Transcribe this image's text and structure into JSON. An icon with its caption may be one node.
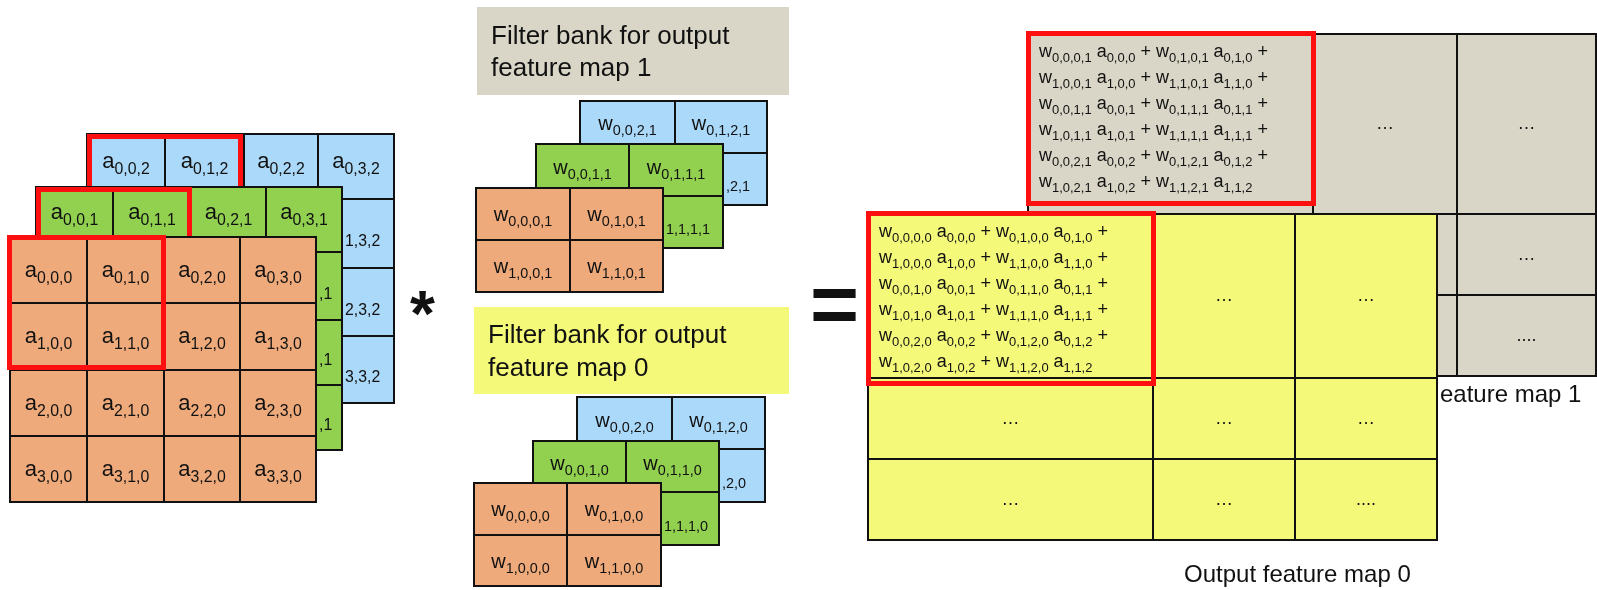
{
  "diagram": {
    "nodes": [
      {
        "text": [
          "a$_{0,0,2}$"
        ]
      },
      {
        "text": [
          "a$_{0,1,2}$"
        ]
      },
      {
        "text": [
          "a$_{0,2,2}$"
        ]
      },
      {
        "text": [
          "a$_{0,3,2}$"
        ]
      },
      {
        "text": [
          "$_{1,3,2}$"
        ]
      },
      {
        "text": [
          "$_{2,3,2}$"
        ]
      },
      {
        "text": [
          "$_{3,3,2}$"
        ]
      },
      {
        "text": [
          "a$_{0,0,1}$"
        ]
      },
      {
        "text": [
          "a$_{0,1,1}$"
        ]
      },
      {
        "text": [
          "a$_{0,2,1}$"
        ]
      },
      {
        "text": [
          "a$_{0,3,1}$"
        ]
      },
      {
        "text": [
          "$_{,1}$"
        ]
      },
      {
        "text": [
          "$_{,1}$"
        ]
      },
      {
        "text": [
          "$_{,1}$"
        ]
      },
      {
        "text": [
          "a$_{0,0,0}$"
        ]
      },
      {
        "text": [
          "a$_{0,1,0}$"
        ]
      },
      {
        "text": [
          "a$_{0,2,0}$"
        ]
      },
      {
        "text": [
          "a$_{0,3,0}$"
        ]
      },
      {
        "text": [
          "a$_{1,0,0}$"
        ]
      },
      {
        "text": [
          "a$_{1,1,0}$"
        ]
      },
      {
        "text": [
          "a$_{1,2,0}$"
        ]
      },
      {
        "text": [
          "a$_{1,3,0}$"
        ]
      },
      {
        "text": [
          "a$_{2,0,0}$"
        ]
      },
      {
        "text": [
          "a$_{2,1,0}$"
        ]
      },
      {
        "text": [
          "a$_{2,2,0}$"
        ]
      },
      {
        "text": [
          "a$_{2,3,0}$"
        ]
      },
      {
        "text": [
          "a$_{3,0,0}$"
        ]
      },
      {
        "text": [
          "a$_{3,1,0}$"
        ]
      },
      {
        "text": [
          "a$_{3,2,0}$"
        ]
      },
      {
        "text": [
          "a$_{3,3,0}$"
        ]
      },
      {
        "text": [
          "Filter bank for output feature map 1"
        ]
      },
      {
        "text": [
          "w$_{0,0,2,1}$"
        ]
      },
      {
        "text": [
          "w$_{0,1,2,1}$"
        ]
      },
      {
        "text": [
          "$_{,2,1}$"
        ]
      },
      {
        "text": [
          "w$_{0,0,1,1}$"
        ]
      },
      {
        "text": [
          "w$_{0,1,1,1}$"
        ]
      },
      {
        "text": [
          "$_{1,1,1,1}$"
        ]
      },
      {
        "text": [
          "w$_{0,0,0,1}$"
        ]
      },
      {
        "text": [
          "w$_{0,1,0,1}$"
        ]
      },
      {
        "text": [
          "w$_{1,0,0,1}$"
        ]
      },
      {
        "text": [
          "w$_{1,1,0,1}$"
        ]
      },
      {
        "text": [
          "Filter bank for output feature map 0"
        ]
      },
      {
        "text": [
          "w$_{0,0,2,0}$"
        ]
      },
      {
        "text": [
          "w$_{0,1,2,0}$"
        ]
      },
      {
        "text": [
          "$_{,2,0}$"
        ]
      },
      {
        "text": [
          "w$_{0,0,1,0}$"
        ]
      },
      {
        "text": [
          "w$_{0,1,1,0}$"
        ]
      },
      {
        "text": [
          "$_{1,1,1,0}$"
        ]
      },
      {
        "text": [
          "w$_{0,0,0,0}$"
        ]
      },
      {
        "text": [
          "w$_{0,1,0,0}$"
        ]
      },
      {
        "text": [
          "w$_{1,0,0,0}$"
        ]
      },
      {
        "text": [
          "w$_{1,1,0,0}$"
        ]
      },
      {
        "text": [
          "w$_{0,0,0,1}$ a$_{0,0,0}$ + w$_{0,1,0,1}$ a$_{0,1,0}$ + w$_{1,0,0,1}$ a$_{1,0,0}$ + w$_{1,1,0,1}$ a$_{1,1,0}$ + w$_{0,0,1,1}$ a$_{0,0,1}$ + w$_{0,1,1,1}$ a$_{0,1,1}$ + w$_{1,0,1,1}$ a$_{1,0,1}$ + w$_{1,1,1,1}$ a$_{1,1,1}$ + w$_{0,0,2,1}$ a$_{0,0,2}$ + w$_{0,1,2,1}$ a$_{0,1,2}$ + w$_{1,0,2,1}$ a$_{1,0,2}$ + w$_{1,1,2,1}$ a$_{1,1,2}$"
        ]
      },
      {
        "text": [
          "…"
        ]
      },
      {
        "text": [
          "…"
        ]
      },
      {
        "text": [],
        "shape": "box"
      },
      {
        "text": [
          "…"
        ]
      },
      {
        "text": [],
        "shape": "box"
      },
      {
        "text": [
          "...."
        ]
      },
      {
        "text": [
          "w$_{0,0,0,0}$ a$_{0,0,0}$ + w$_{0,1,0,0}$ a$_{0,1,0}$ + w$_{1,0,0,0}$ a$_{1,0,0}$ + w$_{1,1,0,0}$ a$_{1,1,0}$ + w$_{0,0,1,0}$ a$_{0,0,1}$ + w$_{0,1,1,0}$ a$_{0,1,1}$ + w$_{1,0,1,0}$ a$_{1,0,1}$ + w$_{1,1,1,0}$ a$_{1,1,1}$ + w$_{0,0,2,0}$ a$_{0,0,2}$ + w$_{0,1,2,0}$ a$_{0,1,2}$ + w$_{1,0,2,0}$ a$_{1,0,2}$ + w$_{1,1,2,0}$ a$_{1,1,2}$"
        ]
      },
      {
        "text": [
          "…"
        ]
      },
      {
        "text": [
          "…"
        ]
      },
      {
        "text": [
          "…"
        ]
      },
      {
        "text": [
          "…"
        ]
      },
      {
        "text": [
          "…"
        ]
      },
      {
        "text": [
          "…"
        ]
      },
      {
        "text": [
          "…"
        ]
      },
      {
        "text": [
          "...."
        ]
      }
    ],
    "labels": [
      "*",
      "=",
      "eature map 1",
      "Output feature map 0"
    ]
  }
}
